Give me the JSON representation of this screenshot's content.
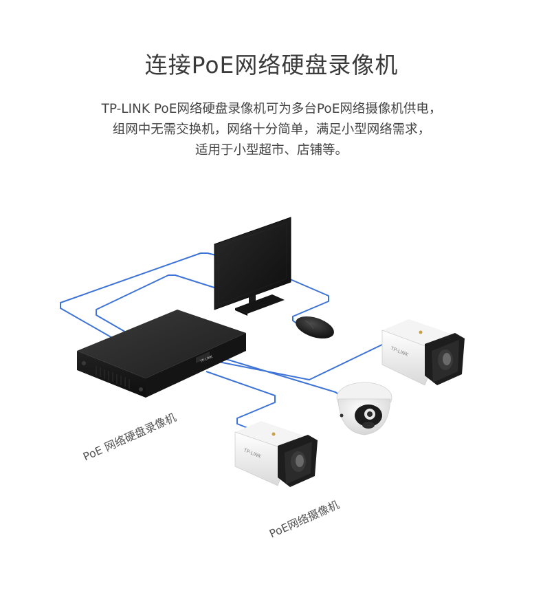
{
  "header": {
    "title": "连接PoE网络硬盘录像机"
  },
  "description": {
    "lines": [
      "TP-LINK PoE网络硬盘录像机可为多台PoE网络摄像机供电，",
      "组网中无需交换机，网络十分简单，满足小型网络需求，",
      "适用于小型超市、店铺等。"
    ]
  },
  "diagram": {
    "nvr_label": "PoE 网络硬盘录像机",
    "camera_label": "PoE网络摄像机",
    "brand_mark": "TP-LINK",
    "cable_color": "#3d73d6"
  }
}
